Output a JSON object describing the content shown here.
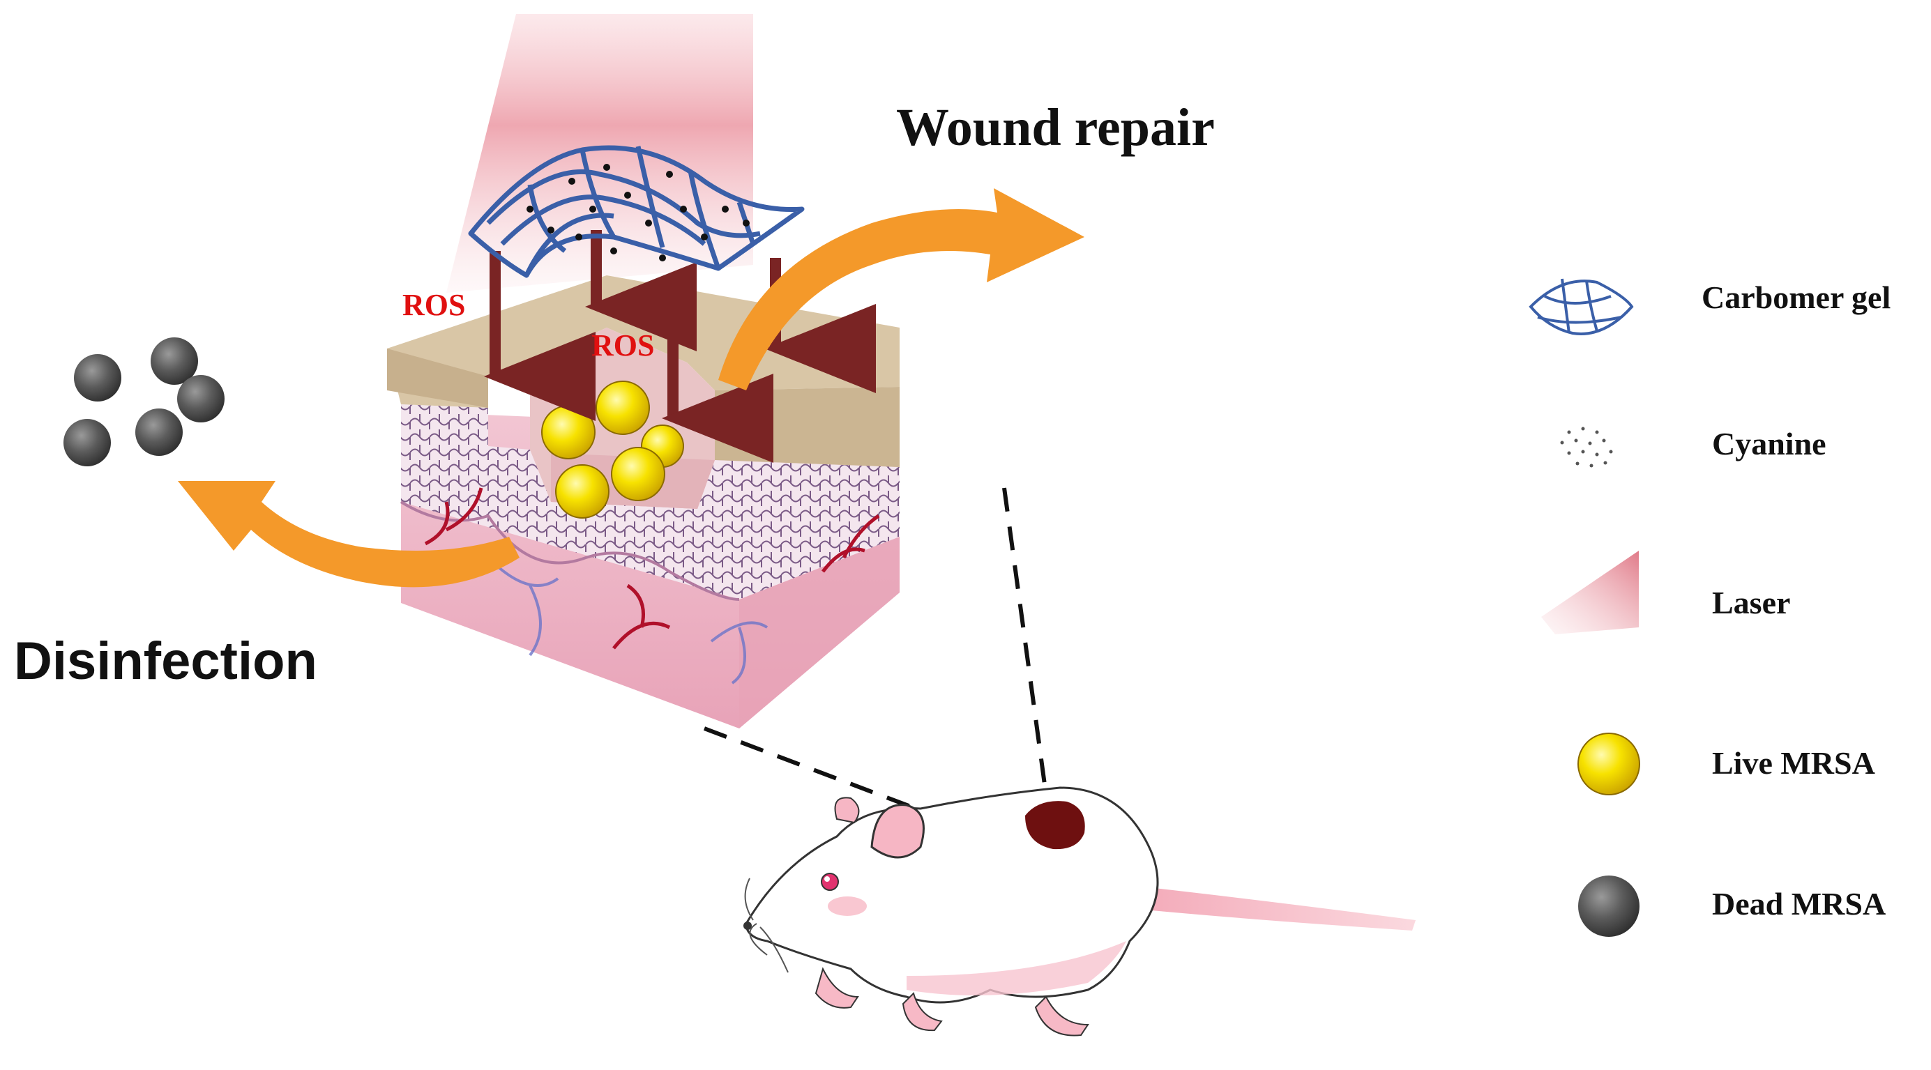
{
  "labels": {
    "wound_repair": "Wound repair",
    "disinfection": "Disinfection",
    "ros_left": "ROS",
    "ros_center": "ROS"
  },
  "legend": {
    "items": [
      {
        "label": "Carbomer gel",
        "icon": "mesh-icon"
      },
      {
        "label": "Cyanine",
        "icon": "dots-icon"
      },
      {
        "label": "Laser",
        "icon": "laser-beam-icon"
      },
      {
        "label": "Live MRSA",
        "icon": "yellow-sphere-icon"
      },
      {
        "label": "Dead MRSA",
        "icon": "gray-sphere-icon"
      }
    ]
  },
  "colors": {
    "ros_text": "#e01010",
    "arrow_orange": "#f4992a",
    "mesh_blue": "#3a5fa8",
    "ros_arrow": "#7a2424",
    "skin_top": "#d9c6a6",
    "dermis_pink": "#efb7c8",
    "live_mrsa": "#f5d800",
    "dead_mrsa": "#5a5a5a",
    "wound": "#6e1010"
  }
}
